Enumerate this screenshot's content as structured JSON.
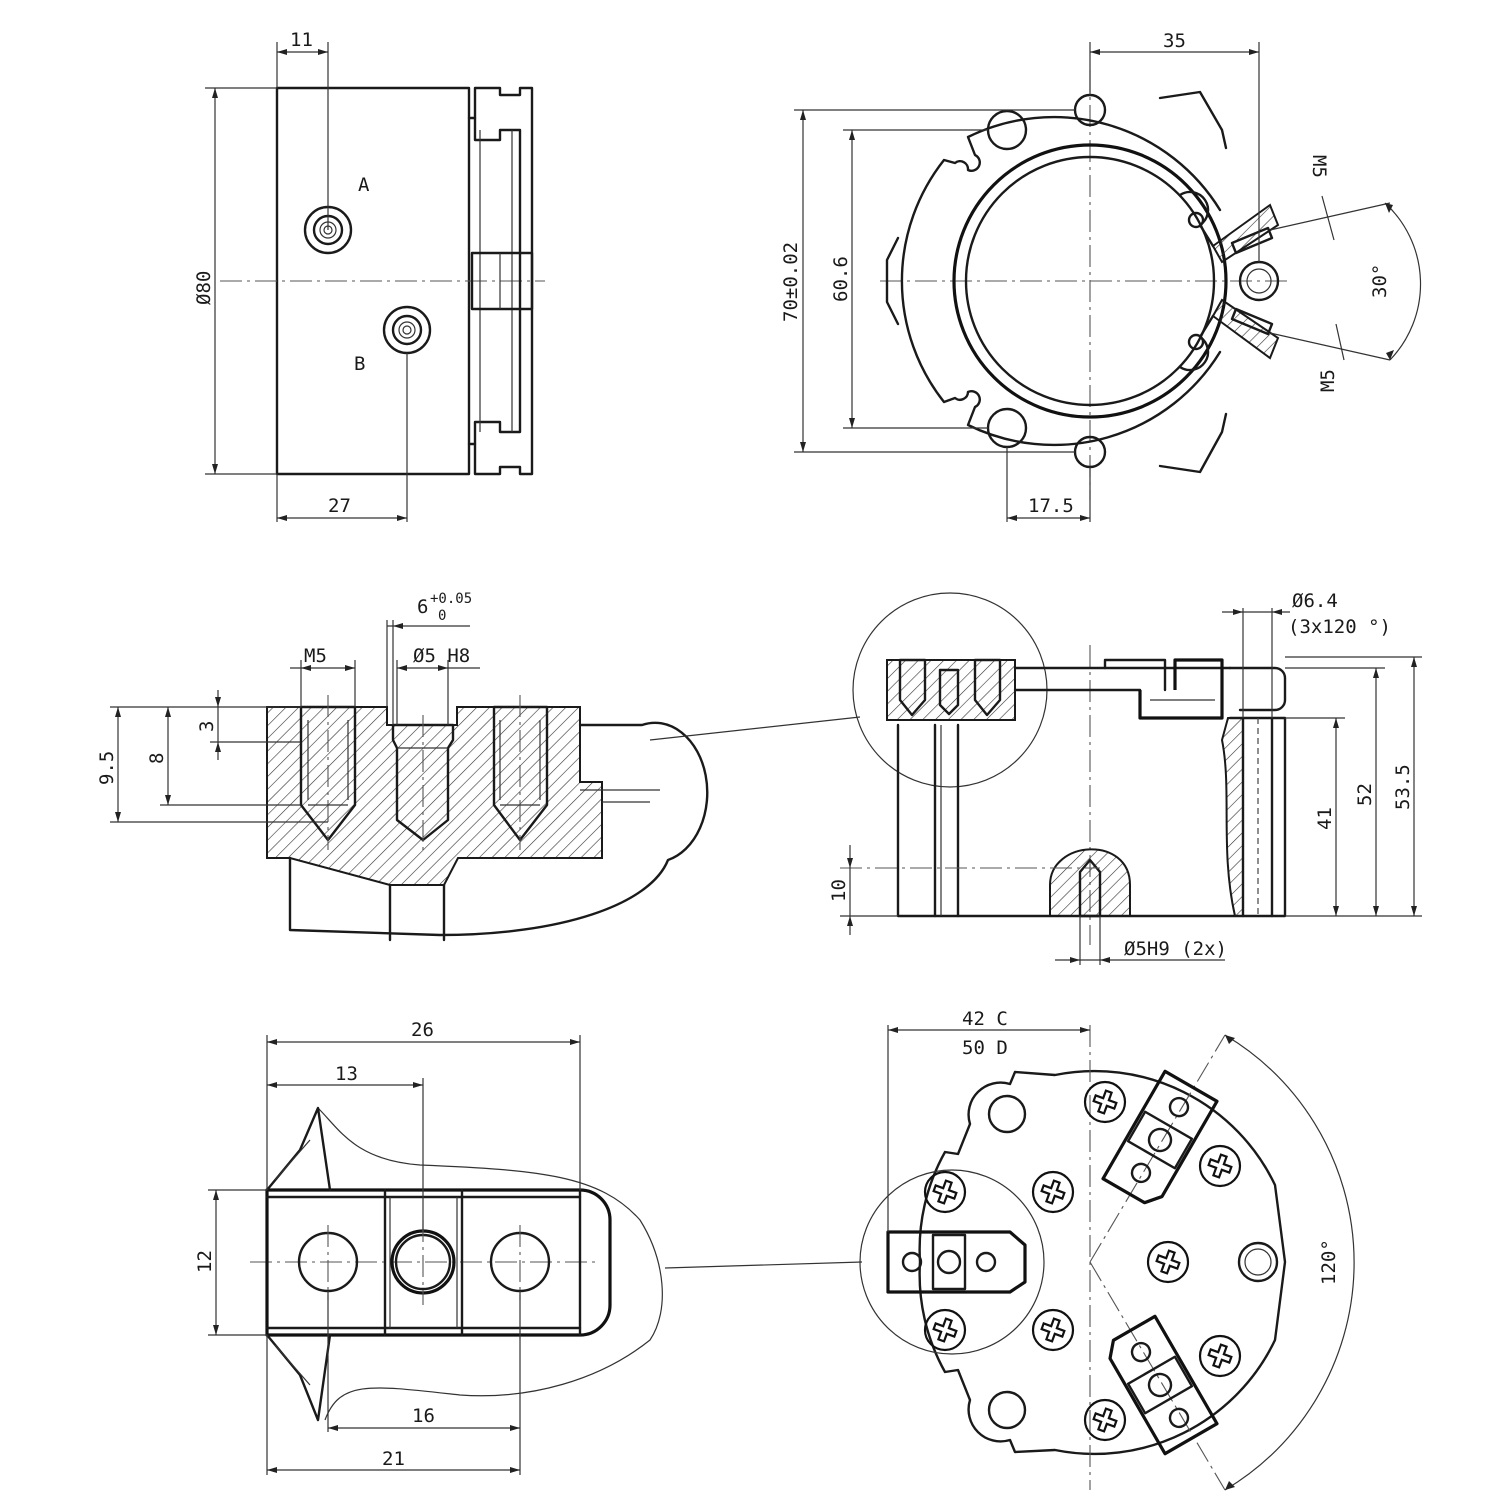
{
  "view_side": {
    "dims": {
      "top_width": "11",
      "diameter": "Ø80",
      "bottom_width": "27"
    },
    "labels": {
      "port_a": "A",
      "port_b": "B"
    }
  },
  "view_front": {
    "dims": {
      "top": "35",
      "outer": "70±0.02",
      "inner": "60.6",
      "bottom": "17.5",
      "thread_top": "M5",
      "thread_bottom": "M5",
      "angle": "30°"
    }
  },
  "view_detail_section": {
    "dims": {
      "tol_main": "6",
      "tol_upper": "+0.05",
      "tol_lower": "0",
      "thread": "M5",
      "pin": "Ø5 H8",
      "d_total": "9.5",
      "d_thread": "8",
      "d_top": "3"
    }
  },
  "view_section": {
    "dims": {
      "hole": "Ø6.4",
      "hole_pattern": "(3x120 °)",
      "h_total": "53.5",
      "h_52": "52",
      "h_41": "41",
      "h_pin": "10",
      "pin": "Ø5H9 (2x)"
    }
  },
  "view_jaw_detail": {
    "dims": {
      "len_26": "26",
      "len_13": "13",
      "width_12": "12",
      "len_16": "16",
      "len_21": "21"
    }
  },
  "view_top": {
    "dims": {
      "radius_c": "42 C",
      "radius_d": "50 D",
      "angle": "120°"
    }
  }
}
